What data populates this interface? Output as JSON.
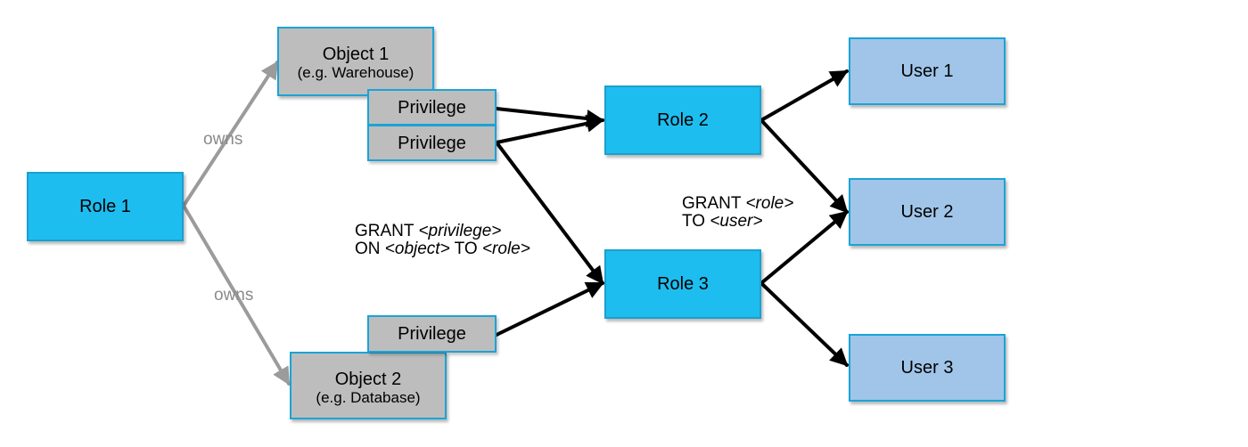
{
  "colors": {
    "role_fill": "#1ebdef",
    "user_fill": "#a0c5e8",
    "object_fill": "#bdbdbd",
    "box_border": "#1aa4d6",
    "owns_arrow": "#9b9b9b",
    "grant_arrow": "#000000"
  },
  "roles": {
    "role1": "Role 1",
    "role2": "Role 2",
    "role3": "Role 3"
  },
  "users": {
    "user1": "User 1",
    "user2": "User 2",
    "user3": "User 3"
  },
  "objects": {
    "object1": {
      "name": "Object 1",
      "example": "(e.g. Warehouse)"
    },
    "object2": {
      "name": "Object 2",
      "example": "(e.g. Database)"
    }
  },
  "privileges": {
    "p1": "Privilege",
    "p2": "Privilege",
    "p3": "Privilege"
  },
  "edge_labels": {
    "owns_top": "owns",
    "owns_bottom": "owns"
  },
  "grant_privilege": {
    "kw_grant": "GRANT",
    "privilege": "<privilege>",
    "kw_on": "ON",
    "object": "<object>",
    "kw_to": "TO",
    "role": "<role>"
  },
  "grant_role": {
    "kw_grant": "GRANT",
    "role": "<role>",
    "kw_to": "TO",
    "user": "<user>"
  }
}
